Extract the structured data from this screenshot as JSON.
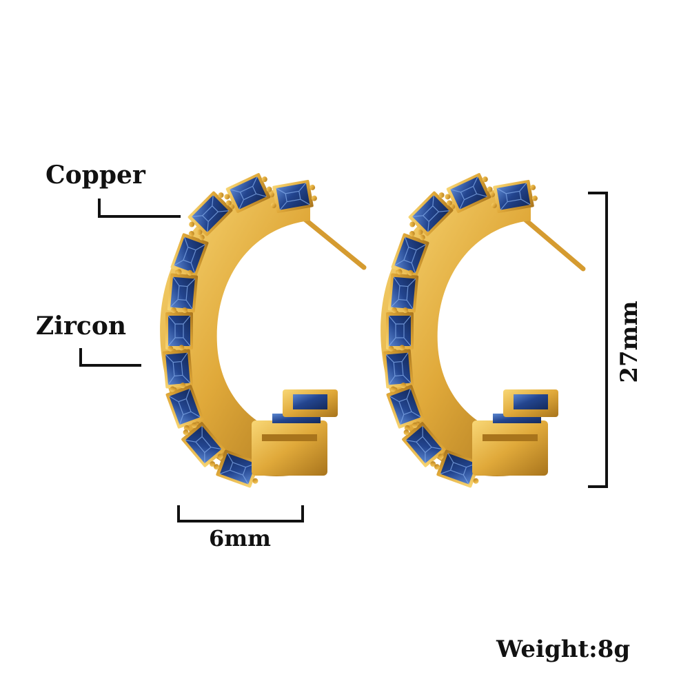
{
  "labels": {
    "copper": "Copper",
    "zircon": "Zircon",
    "width": "6mm",
    "height": "27mm",
    "weight": "Weight:8g"
  },
  "colors": {
    "gold": "#e0a93a",
    "gold_highlight": "#f8d776",
    "gold_shadow": "#a8741c",
    "stone": "#23458f",
    "stone_light": "#4f7fcf",
    "line": "#111111"
  },
  "icons": {
    "left_earring": "earring-photo",
    "right_earring": "earring-photo"
  }
}
